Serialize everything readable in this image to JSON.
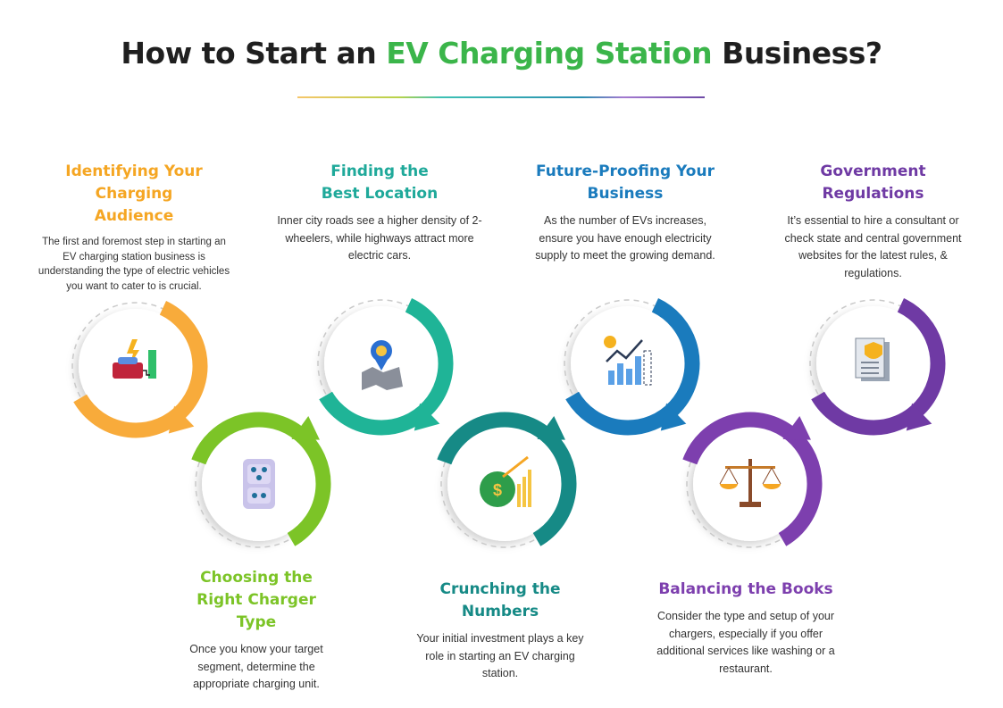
{
  "title": {
    "prefix": "How to Start an ",
    "highlight": "EV Charging Station",
    "suffix": " Business?"
  },
  "steps": [
    {
      "title": "Identifying Your Charging Audience",
      "body": "The first and foremost step in starting an EV charging station business is understanding the type of electric vehicles you want to cater to is crucial.",
      "color": "#f8ab3b",
      "icon": "ev-car-charging-icon"
    },
    {
      "title": "Choosing the Right Charger Type",
      "body": "Once you know your target segment, determine the appropriate charging unit.",
      "color": "#7cc427",
      "icon": "power-socket-icon"
    },
    {
      "title": "Finding the Best Location",
      "body": "Inner city roads see a higher density of 2-wheelers, while highways attract more electric cars.",
      "color": "#1fb497",
      "icon": "map-location-pin-icon"
    },
    {
      "title": "Crunching the Numbers",
      "body": "Your initial investment plays a key role in starting an EV charging station.",
      "color": "#168a86",
      "icon": "money-bag-growth-icon"
    },
    {
      "title": "Future-Proofing Your Business",
      "body": "As the number of EVs increases, ensure you have enough electricity supply to meet the growing demand.",
      "color": "#1a7bbd",
      "icon": "growth-chart-icon"
    },
    {
      "title": "Balancing the Books",
      "body": "Consider the type and setup of your chargers, especially if you offer additional services like washing or a restaurant.",
      "color": "#7d3fae",
      "icon": "balance-scale-icon"
    },
    {
      "title": "Government Regulations",
      "body": "It’s essential to hire a consultant or check state and central government websites for the latest rules, & regulations.",
      "color": "#6f3aa4",
      "icon": "legal-document-icon"
    }
  ]
}
